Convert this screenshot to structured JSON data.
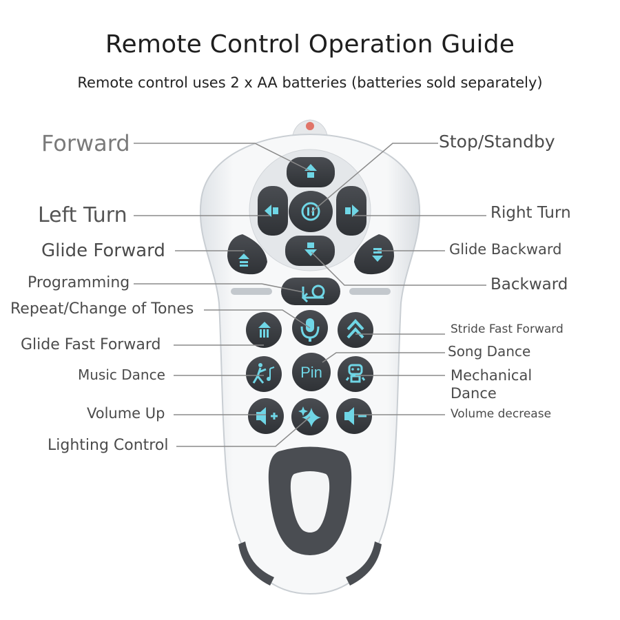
{
  "header": {
    "title": "Remote Control Operation Guide",
    "subtitle": "Remote control uses 2 x AA batteries (batteries sold separately)"
  },
  "labels": {
    "forward": "Forward",
    "stop_standby": "Stop/Standby",
    "left_turn": "Left Turn",
    "right_turn": "Right Turn",
    "glide_forward": "Glide Forward",
    "glide_backward": "Glide Backward",
    "programming": "Programming",
    "backward": "Backward",
    "repeat_change_tones": "Repeat/Change of Tones",
    "stride_fast_forward": "Stride Fast Forward",
    "glide_fast_forward": "Glide Fast Forward",
    "song_dance": "Song Dance",
    "music_dance": "Music Dance",
    "mechanical_dance_1": "Mechanical",
    "mechanical_dance_2": "Dance",
    "volume_up": "Volume Up",
    "volume_decrease": "Volume decrease",
    "lighting_control": "Lighting Control"
  },
  "buttons": {
    "pin_label": "Pin"
  },
  "colors": {
    "remote_body": "#f1f3f5",
    "button": "#3d4045",
    "glyph": "#6fd6e6",
    "leader_line": "#8a8a8a"
  }
}
